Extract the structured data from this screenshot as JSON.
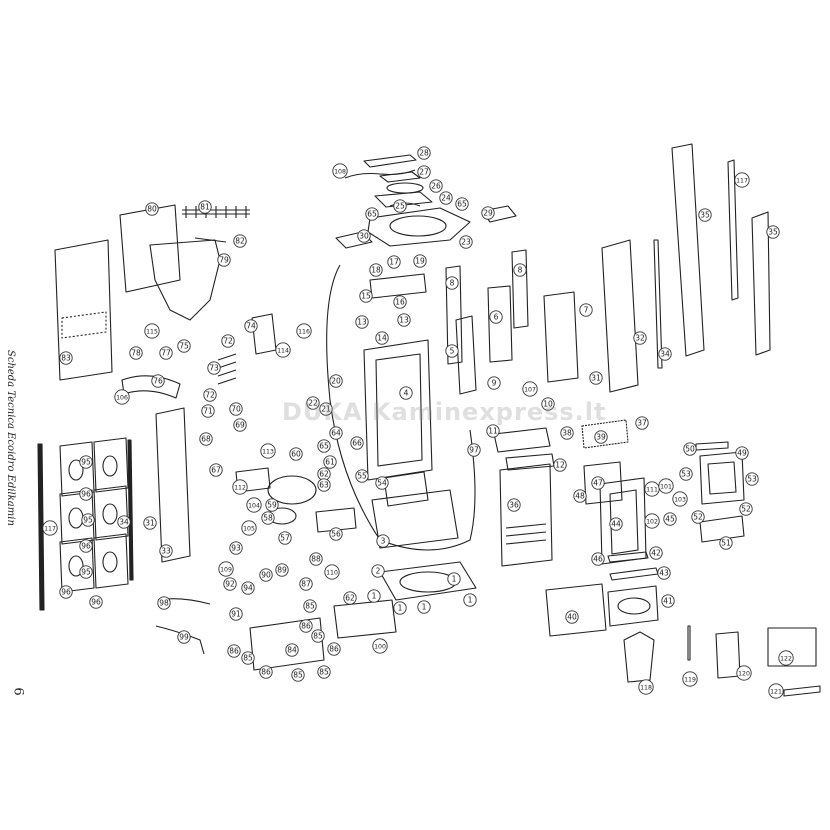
{
  "document": {
    "side_title": "Scheda Tecnica Ecoidro Edilkamin",
    "page_number": "6",
    "watermark": "DUKA Kaminexpress.lt"
  },
  "colors": {
    "line": "#222222",
    "callout_fill": "#ffffff",
    "callout_stroke": "#333333"
  },
  "callouts": [
    {
      "id": "108",
      "label": "108"
    },
    {
      "id": "28",
      "label": "28"
    },
    {
      "id": "27",
      "label": "27"
    },
    {
      "id": "26",
      "label": "26"
    },
    {
      "id": "24",
      "label": "24"
    },
    {
      "id": "65",
      "label": "65"
    },
    {
      "id": "25",
      "label": "25"
    },
    {
      "id": "65b",
      "label": "65"
    },
    {
      "id": "29",
      "label": "29"
    },
    {
      "id": "30",
      "label": "30"
    },
    {
      "id": "23",
      "label": "23"
    },
    {
      "id": "80",
      "label": "80"
    },
    {
      "id": "81",
      "label": "81"
    },
    {
      "id": "82",
      "label": "82"
    },
    {
      "id": "79",
      "label": "79"
    },
    {
      "id": "117a",
      "label": "117"
    },
    {
      "id": "35a",
      "label": "35"
    },
    {
      "id": "35b",
      "label": "35"
    },
    {
      "id": "18",
      "label": "18"
    },
    {
      "id": "17",
      "label": "17"
    },
    {
      "id": "19",
      "label": "19"
    },
    {
      "id": "15",
      "label": "15"
    },
    {
      "id": "16",
      "label": "16"
    },
    {
      "id": "8a",
      "label": "8"
    },
    {
      "id": "8b",
      "label": "8"
    },
    {
      "id": "83",
      "label": "83"
    },
    {
      "id": "115",
      "label": "115"
    },
    {
      "id": "77",
      "label": "77"
    },
    {
      "id": "78",
      "label": "78"
    },
    {
      "id": "75",
      "label": "75"
    },
    {
      "id": "76",
      "label": "76"
    },
    {
      "id": "106",
      "label": "106"
    },
    {
      "id": "74",
      "label": "74"
    },
    {
      "id": "72",
      "label": "72"
    },
    {
      "id": "73",
      "label": "73"
    },
    {
      "id": "114",
      "label": "114"
    },
    {
      "id": "116",
      "label": "116"
    },
    {
      "id": "13a",
      "label": "13"
    },
    {
      "id": "13b",
      "label": "13"
    },
    {
      "id": "14",
      "label": "14"
    },
    {
      "id": "6",
      "label": "6"
    },
    {
      "id": "7",
      "label": "7"
    },
    {
      "id": "32",
      "label": "32"
    },
    {
      "id": "34a",
      "label": "34"
    },
    {
      "id": "5",
      "label": "5"
    },
    {
      "id": "31a",
      "label": "31"
    },
    {
      "id": "20",
      "label": "20"
    },
    {
      "id": "22",
      "label": "22"
    },
    {
      "id": "21",
      "label": "21"
    },
    {
      "id": "4",
      "label": "4"
    },
    {
      "id": "9",
      "label": "9"
    },
    {
      "id": "107",
      "label": "107"
    },
    {
      "id": "10",
      "label": "10"
    },
    {
      "id": "72b",
      "label": "72"
    },
    {
      "id": "71",
      "label": "71"
    },
    {
      "id": "70",
      "label": "70"
    },
    {
      "id": "69",
      "label": "69"
    },
    {
      "id": "68",
      "label": "68"
    },
    {
      "id": "67",
      "label": "67"
    },
    {
      "id": "113",
      "label": "113"
    },
    {
      "id": "64",
      "label": "64"
    },
    {
      "id": "66",
      "label": "66"
    },
    {
      "id": "60",
      "label": "60"
    },
    {
      "id": "61",
      "label": "61"
    },
    {
      "id": "62",
      "label": "62"
    },
    {
      "id": "63",
      "label": "63"
    },
    {
      "id": "65c",
      "label": "65"
    },
    {
      "id": "55",
      "label": "55"
    },
    {
      "id": "97",
      "label": "97"
    },
    {
      "id": "11",
      "label": "11"
    },
    {
      "id": "38",
      "label": "38"
    },
    {
      "id": "39",
      "label": "39"
    },
    {
      "id": "37",
      "label": "37"
    },
    {
      "id": "12",
      "label": "12"
    },
    {
      "id": "95a",
      "label": "95"
    },
    {
      "id": "95b",
      "label": "95"
    },
    {
      "id": "95c",
      "label": "95"
    },
    {
      "id": "96a",
      "label": "96"
    },
    {
      "id": "96b",
      "label": "96"
    },
    {
      "id": "96c",
      "label": "96"
    },
    {
      "id": "96d",
      "label": "96"
    },
    {
      "id": "117b",
      "label": "117"
    },
    {
      "id": "34b",
      "label": "34"
    },
    {
      "id": "31b",
      "label": "31"
    },
    {
      "id": "33",
      "label": "33"
    },
    {
      "id": "112",
      "label": "112"
    },
    {
      "id": "104",
      "label": "104"
    },
    {
      "id": "105",
      "label": "105"
    },
    {
      "id": "59",
      "label": "59"
    },
    {
      "id": "58",
      "label": "58"
    },
    {
      "id": "57",
      "label": "57"
    },
    {
      "id": "56",
      "label": "56"
    },
    {
      "id": "54",
      "label": "54"
    },
    {
      "id": "3",
      "label": "3"
    },
    {
      "id": "36",
      "label": "36"
    },
    {
      "id": "47",
      "label": "47"
    },
    {
      "id": "48",
      "label": "48"
    },
    {
      "id": "44",
      "label": "44"
    },
    {
      "id": "111",
      "label": "111"
    },
    {
      "id": "101",
      "label": "101"
    },
    {
      "id": "103",
      "label": "103"
    },
    {
      "id": "102",
      "label": "102"
    },
    {
      "id": "45",
      "label": "45"
    },
    {
      "id": "50",
      "label": "50"
    },
    {
      "id": "49",
      "label": "49"
    },
    {
      "id": "53a",
      "label": "53"
    },
    {
      "id": "53b",
      "label": "53"
    },
    {
      "id": "52a",
      "label": "52"
    },
    {
      "id": "52b",
      "label": "52"
    },
    {
      "id": "51",
      "label": "51"
    },
    {
      "id": "46",
      "label": "46"
    },
    {
      "id": "42",
      "label": "42"
    },
    {
      "id": "43",
      "label": "43"
    },
    {
      "id": "40",
      "label": "40"
    },
    {
      "id": "41",
      "label": "41"
    },
    {
      "id": "93",
      "label": "93"
    },
    {
      "id": "88",
      "label": "88"
    },
    {
      "id": "110",
      "label": "110"
    },
    {
      "id": "109",
      "label": "109"
    },
    {
      "id": "90",
      "label": "90"
    },
    {
      "id": "89",
      "label": "89"
    },
    {
      "id": "87",
      "label": "87"
    },
    {
      "id": "94",
      "label": "94"
    },
    {
      "id": "92",
      "label": "92"
    },
    {
      "id": "91",
      "label": "91"
    },
    {
      "id": "85a",
      "label": "85"
    },
    {
      "id": "85b",
      "label": "85"
    },
    {
      "id": "85c",
      "label": "85"
    },
    {
      "id": "85d",
      "label": "85"
    },
    {
      "id": "85e",
      "label": "85"
    },
    {
      "id": "86a",
      "label": "86"
    },
    {
      "id": "86b",
      "label": "86"
    },
    {
      "id": "86c",
      "label": "86"
    },
    {
      "id": "86d",
      "label": "86"
    },
    {
      "id": "84",
      "label": "84"
    },
    {
      "id": "62b",
      "label": "62"
    },
    {
      "id": "100",
      "label": "100"
    },
    {
      "id": "98",
      "label": "98"
    },
    {
      "id": "99",
      "label": "99"
    },
    {
      "id": "2",
      "label": "2"
    },
    {
      "id": "1a",
      "label": "1"
    },
    {
      "id": "1b",
      "label": "1"
    },
    {
      "id": "1c",
      "label": "1"
    },
    {
      "id": "1d",
      "label": "1"
    },
    {
      "id": "1e",
      "label": "1"
    },
    {
      "id": "118",
      "label": "118"
    },
    {
      "id": "119",
      "label": "119"
    },
    {
      "id": "120",
      "label": "120"
    },
    {
      "id": "122",
      "label": "122"
    },
    {
      "id": "121",
      "label": "121"
    }
  ]
}
